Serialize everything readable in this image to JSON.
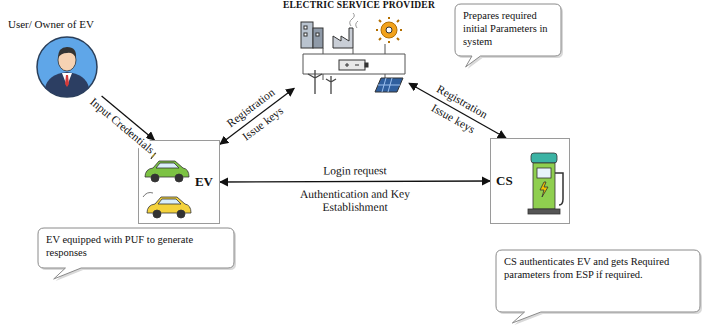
{
  "diagram": {
    "nodes": [
      {
        "text": [
          "ELECTRIC SERVICE PROVIDER"
        ]
      },
      {
        "text": [
          "User/ Owner of EV"
        ]
      },
      {
        "text": [
          "Prepares required initial Parameters in system"
        ]
      },
      {
        "text": [
          "EV"
        ]
      },
      {
        "text": [
          "CS"
        ]
      },
      {
        "text": [
          "EV equipped with PUF to generate responses"
        ]
      },
      {
        "text": [
          "CS authenticates EV and gets Required parameters from ESP if required."
        ]
      }
    ],
    "edges": [
      {
        "from": 1,
        "to": 3,
        "arrow": "to",
        "label": "Input Credentials"
      },
      {
        "from": 3,
        "to": 0,
        "arrow": "both",
        "label": "Registration"
      },
      {
        "from": 4,
        "to": 0,
        "arrow": "both",
        "label": "Registration"
      },
      {
        "from": 3,
        "to": 4,
        "arrow": "both",
        "label": "Login request"
      }
    ],
    "labels": [
      "Issue keys",
      "Issue keys",
      "Authentication and Key Establishment"
    ]
  }
}
